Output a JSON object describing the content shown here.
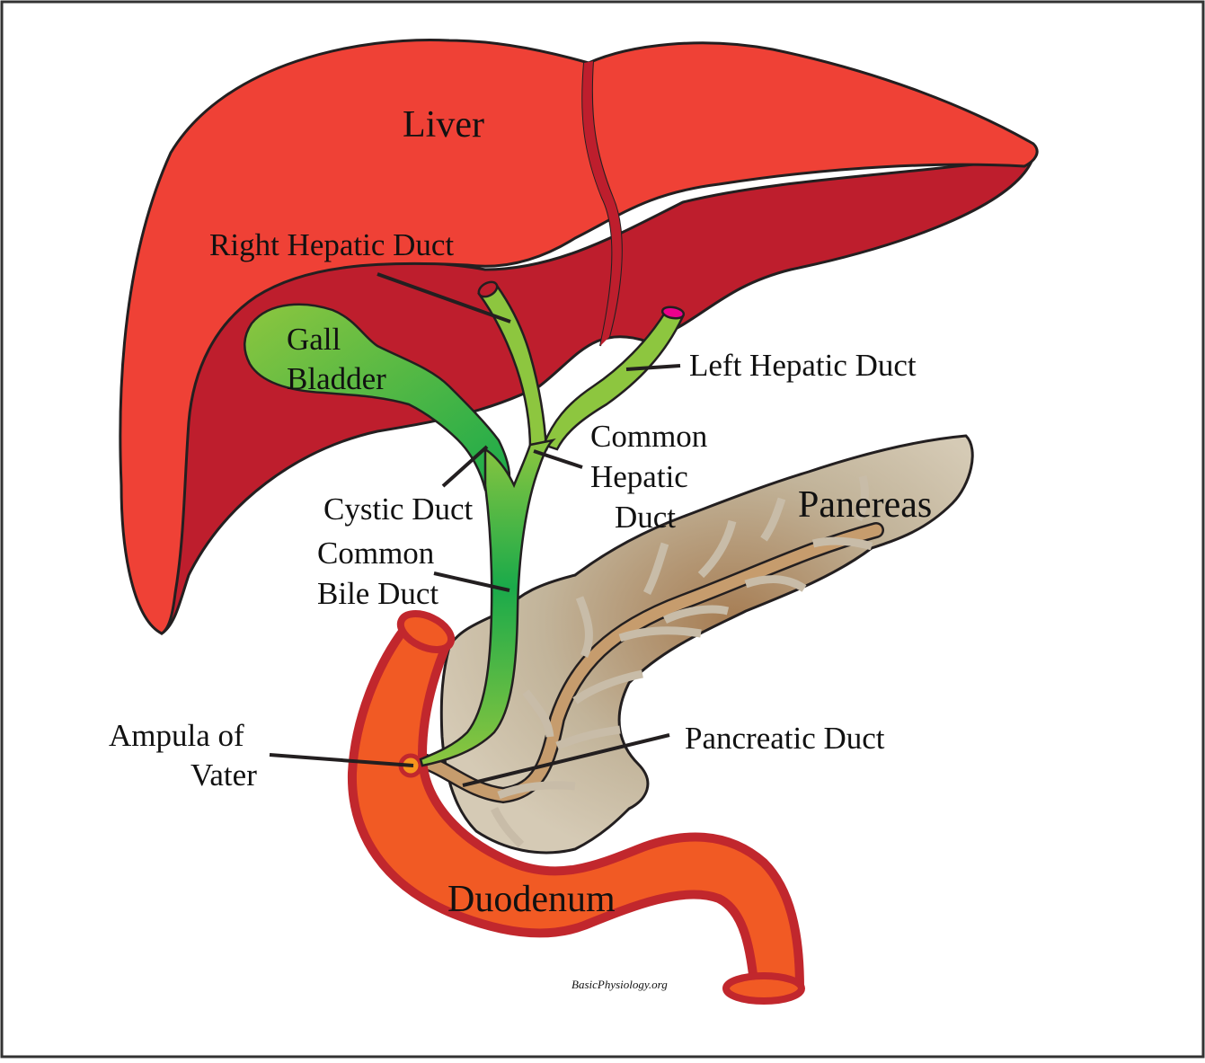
{
  "title": "Biliary system and pancreas anatomy",
  "colors": {
    "liver_front": "#ef4136",
    "liver_back": "#be1e2d",
    "bile_duct_light": "#8dc63f",
    "bile_duct_dark": "#1aaa4a",
    "left_hepatic_opening": "#ec008c",
    "pancreas": "#c2b49a",
    "pancreas_dark": "#a67c52",
    "pancreatic_duct": "#c69c6d",
    "duodenum_fill": "#f15a24",
    "duodenum_outline": "#c1272d",
    "ampulla": "#f7941d",
    "outline": "#231f20"
  },
  "labels": {
    "liver": "Liver",
    "right_hepatic_duct": "Right Hepatic Duct",
    "gall_bladder_line1": "Gall",
    "gall_bladder_line2": "Bladder",
    "left_hepatic_duct": "Left Hepatic Duct",
    "common_hepatic_line1": "Common",
    "common_hepatic_line2": "Hepatic",
    "common_hepatic_line3": "Duct",
    "cystic_duct": "Cystic Duct",
    "common_bile_line1": "Common",
    "common_bile_line2": "Bile Duct",
    "pancreas": "Panereas",
    "ampulla_line1": "Ampula of",
    "ampulla_line2": "Vater",
    "pancreatic_duct": "Pancreatic Duct",
    "duodenum": "Duodenum"
  },
  "credit": "BasicPhysiology.org"
}
